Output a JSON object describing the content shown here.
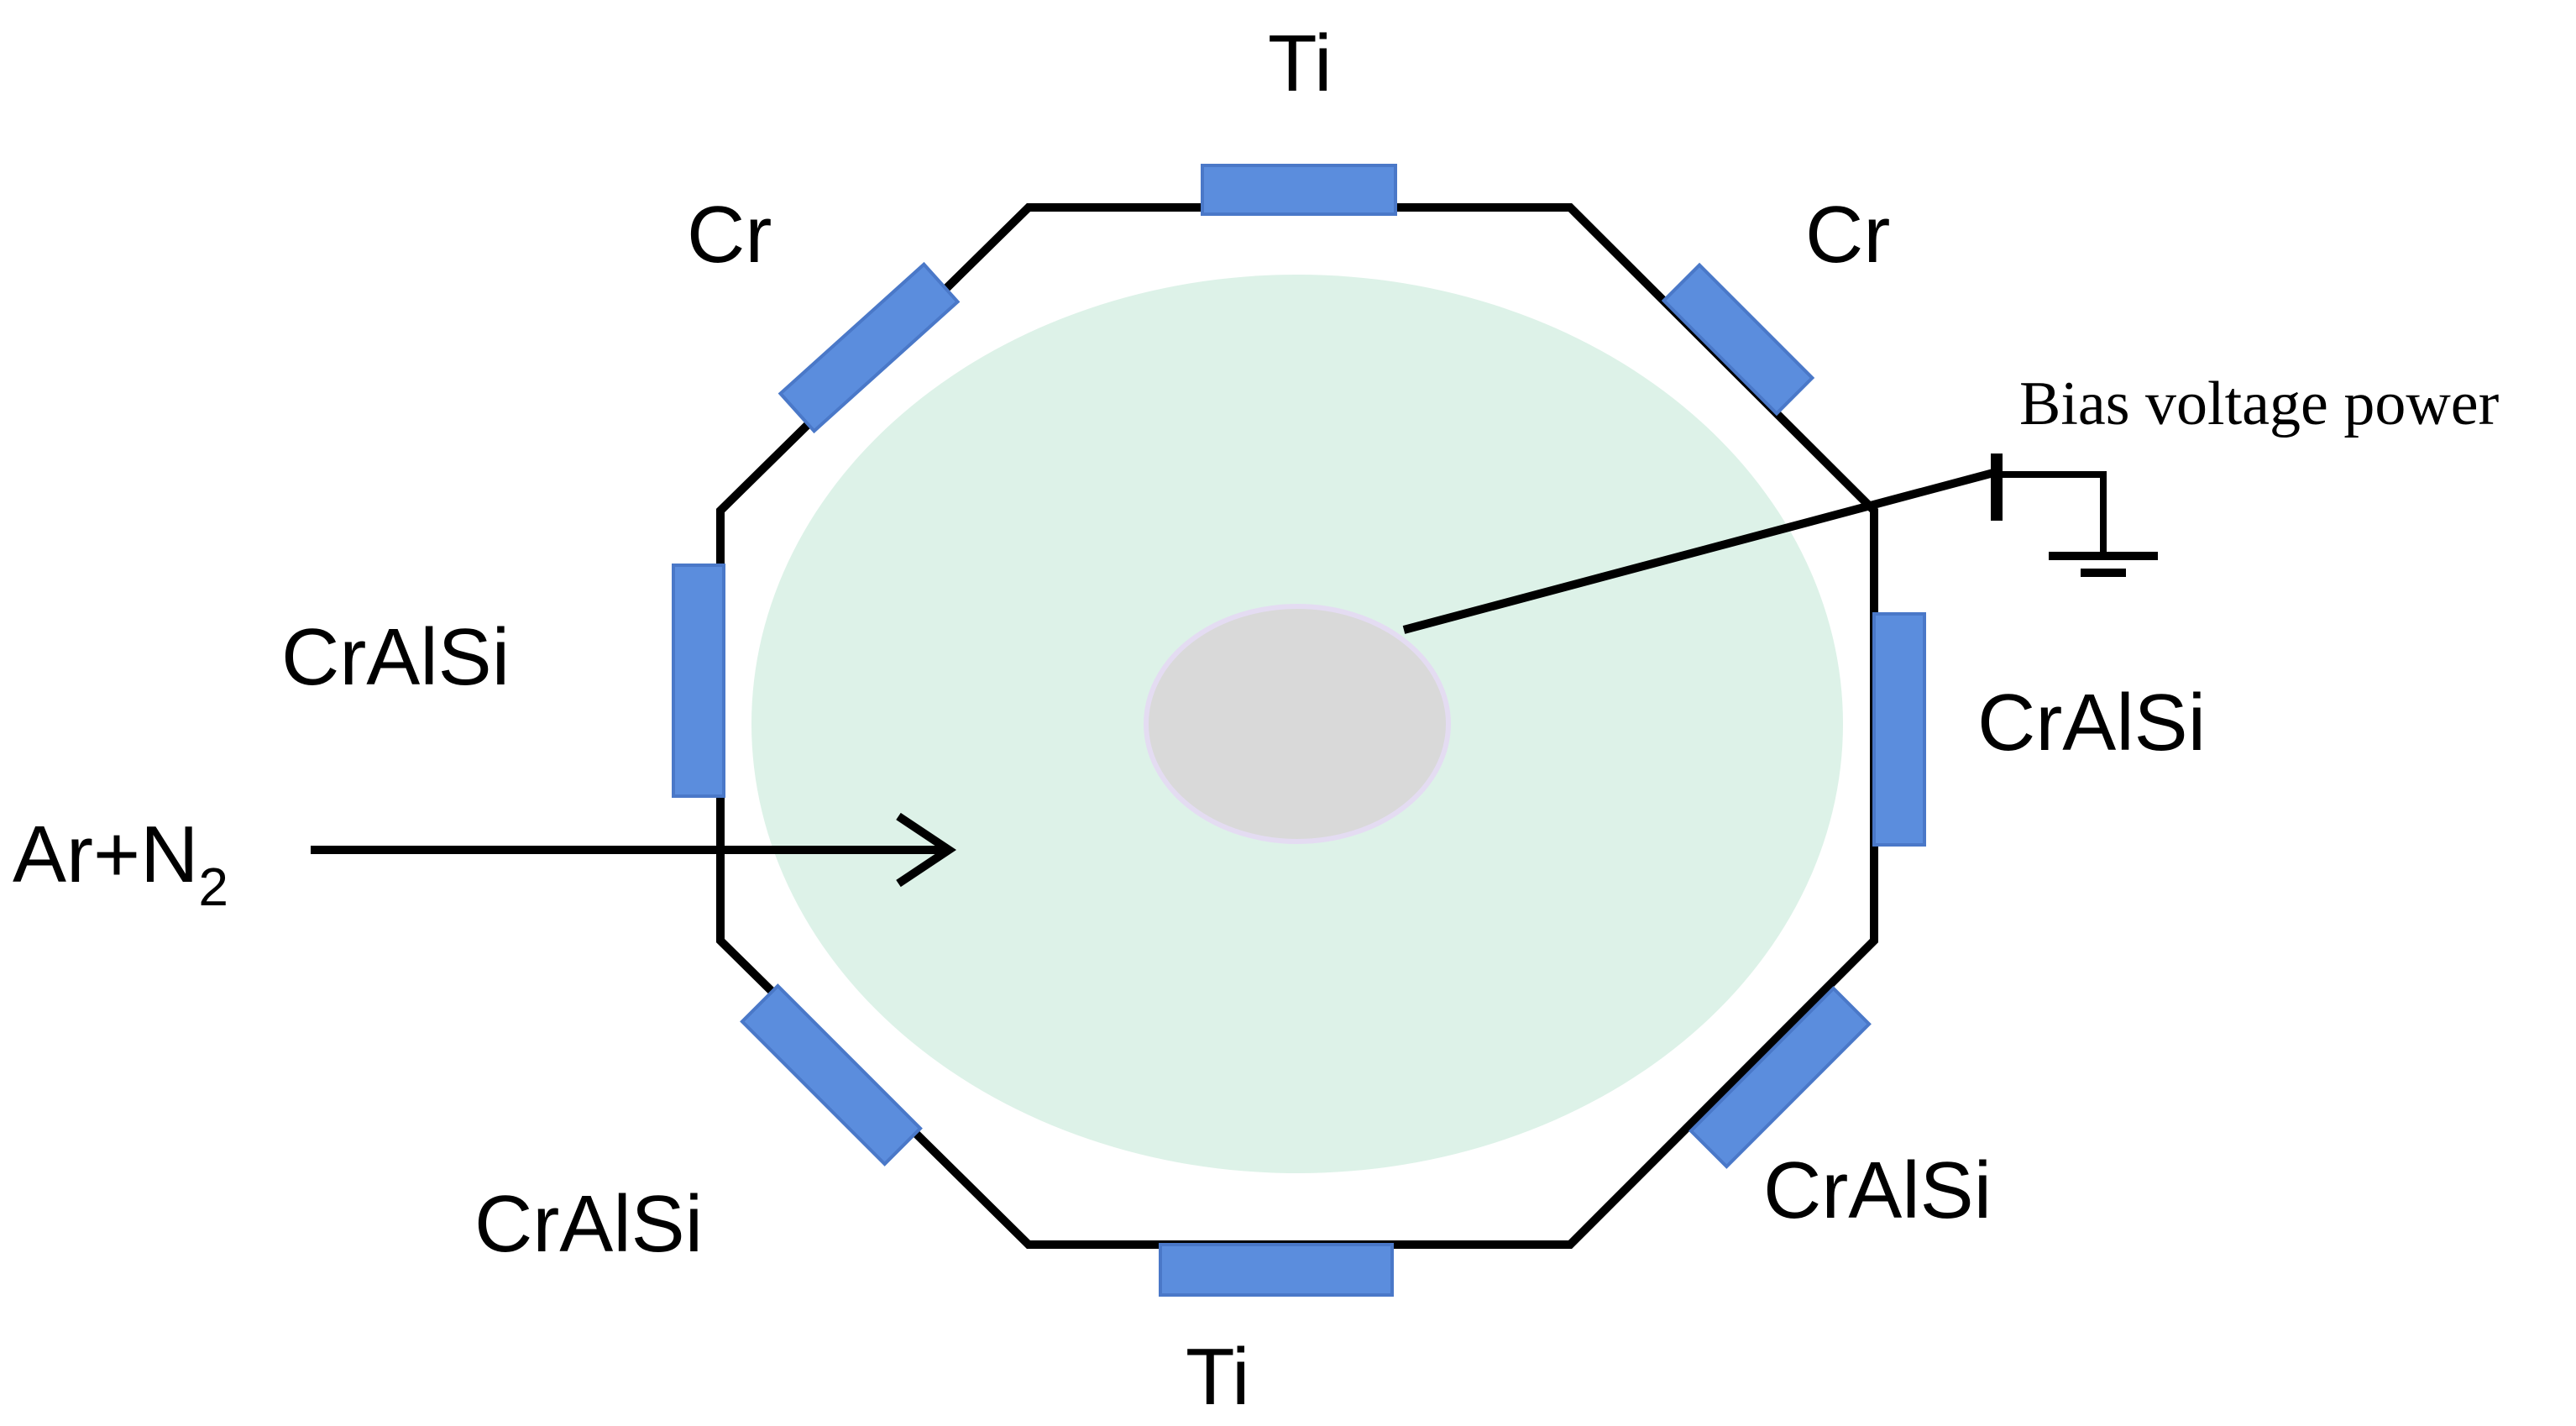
{
  "diagram": {
    "targets": {
      "top": "Ti",
      "bottom": "Ti",
      "upper_left": "Cr",
      "upper_right": "Cr",
      "left": "CrAlSi",
      "right": "CrAlSi",
      "lower_left": "CrAlSi",
      "lower_right": "CrAlSi"
    },
    "gas_inlet": {
      "base": "Ar+N",
      "subscript": "2"
    },
    "bias_label": "Bias voltage power"
  },
  "colors": {
    "target": "#5b8ddd",
    "plasma": "#ddf2e8",
    "substrate": "#d9d9d9",
    "chamber_outline": "#000000"
  }
}
